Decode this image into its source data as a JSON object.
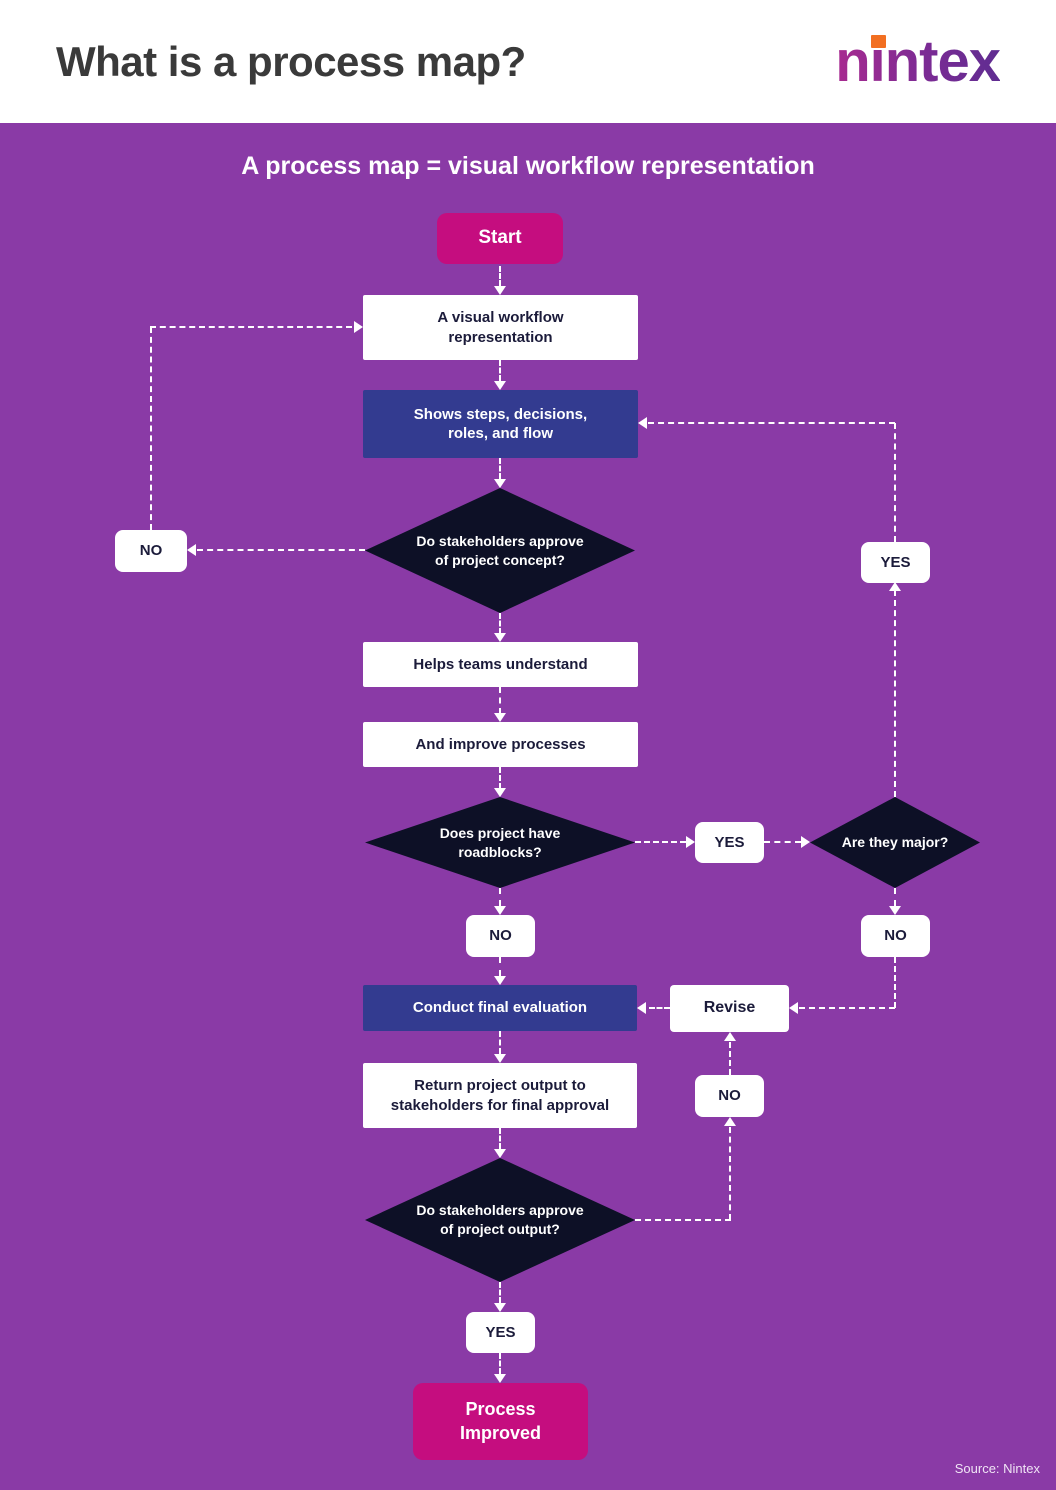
{
  "header": {
    "title": "What is a process map?",
    "logo_text": "nintex"
  },
  "subtitle": "A process map = visual workflow representation",
  "flow": {
    "start": "Start",
    "visual": "A visual workflow representation",
    "shows": "Shows steps, decisions, roles, and flow",
    "approve_concept": "Do stakeholders approve of project concept?",
    "helps": "Helps teams understand",
    "improve": "And improve processes",
    "roadblocks": "Does project have roadblocks?",
    "major": "Are they major?",
    "evaluation": "Conduct final evaluation",
    "revise": "Revise",
    "return_output": "Return project output to stakeholders for final approval",
    "approve_output": "Do stakeholders approve of project output?",
    "end": "Process Improved"
  },
  "labels": {
    "no_concept": "NO",
    "yes_roadblocks": "YES",
    "no_roadblocks": "NO",
    "yes_major": "YES",
    "no_major": "NO",
    "no_output": "NO",
    "yes_output": "YES"
  },
  "footer": {
    "source": "Source: Nintex"
  },
  "colors": {
    "background_purple": "#8a3aa6",
    "accent_magenta": "#c50d7f",
    "indigo_box": "#333b90",
    "diamond_navy": "#0d1026",
    "logo_orange": "#f26f21",
    "connector_white": "#ffffff"
  }
}
